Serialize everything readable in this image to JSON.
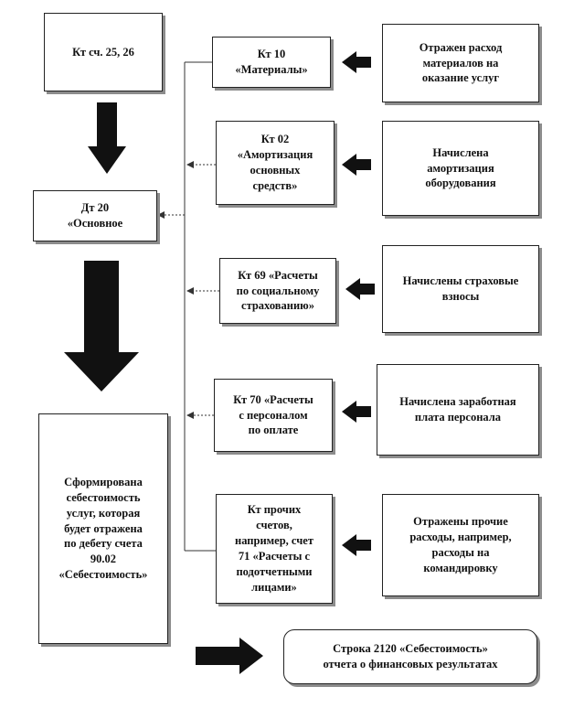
{
  "left": {
    "top_box": "Кт сч. 25, 26",
    "account_box": "Дт 20\n«Основное",
    "result_box": "Сформирована\nсебестоимость\nуслуг, которая\nбудет отражена\nпо дебету счета\n90.02\n«Себестоимость»"
  },
  "accounts": [
    "Кт 10\n«Материалы»",
    "Кт 02\n«Амортизация\nосновных\nсредств»",
    "Кт 69 «Расчеты\nпо социальному\nстрахованию»",
    "Кт 70 «Расчеты\nс персоналом\nпо оплате",
    "Кт прочих\nсчетов,\nнапример, счет\n71 «Расчеты с\nподотчетными\nлицами»"
  ],
  "operations": [
    "Отражен расход\nматериалов на\nоказание услуг",
    "Начислена\nамортизация\nоборудования",
    "Начислены страховые\nвзносы",
    "Начислена заработная\nплата персонала",
    "Отражены прочие\nрасходы, например,\nрасходы на\nкомандировку"
  ],
  "report_box": "Строка 2120 «Себестоимость»\nотчета о финансовых результатах"
}
